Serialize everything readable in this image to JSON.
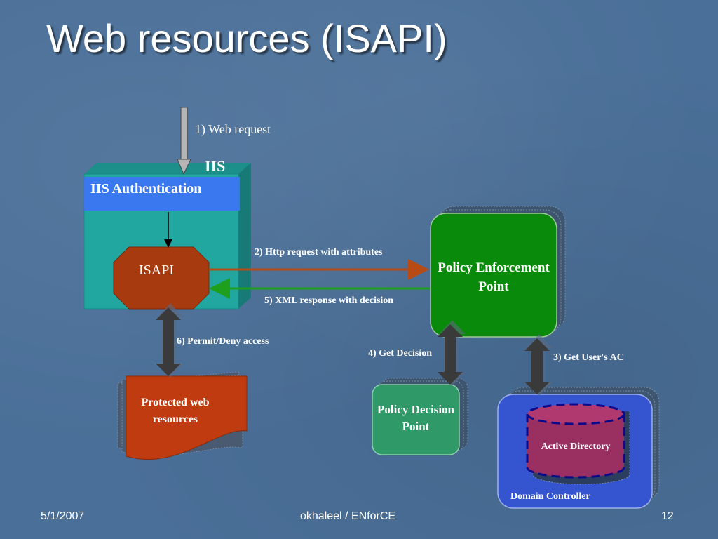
{
  "slide": {
    "title": "Web resources (ISAPI)",
    "footer": {
      "date": "5/1/2007",
      "author": "okhaleel / ENforCE",
      "page": "12"
    }
  },
  "diagram": {
    "nodes": {
      "iis": "IIS",
      "iis_auth": "IIS Authentication",
      "isapi": "ISAPI",
      "pep": "Policy Enforcement Point",
      "pdp": "Policy Decision Point",
      "protected": "Protected web resources",
      "active_directory": "Active Directory",
      "domain_controller": "Domain Controller"
    },
    "steps": {
      "s1": "1) Web request",
      "s2": "2) Http request with attributes",
      "s3": "3) Get User's AC",
      "s4": "4) Get Decision",
      "s5": "5) XML response with decision",
      "s6": "6) Permit/Deny access"
    }
  },
  "colors": {
    "background": "#4a6f98",
    "iis_box": "#22a6a0",
    "iis_auth": "#3a78f0",
    "isapi": "#a83a10",
    "pep": "#0a8a0a",
    "pdp": "#2f9a68",
    "protected": "#c03c10",
    "domain_controller": "#3454d0",
    "active_directory": "#9a2f62",
    "arrow_request": "#b84a14",
    "arrow_response": "#1ea01e"
  }
}
